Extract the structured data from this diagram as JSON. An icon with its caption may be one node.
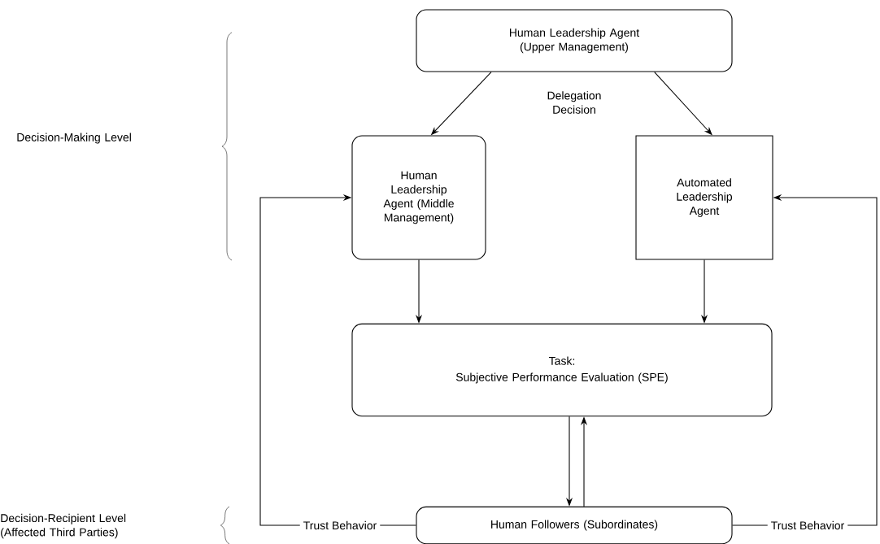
{
  "diagram": {
    "nodes": [
      {
        "text": [
          "Human Leadership Agent (Upper Management)"
        ]
      },
      {
        "text": [
          "Human Leadership Agent (Middle Management)"
        ]
      },
      {
        "text": [
          "Automated Leadership Agent"
        ]
      },
      {
        "text": [
          "Task:",
          "Subjective Performance Evaluation (SPE)"
        ]
      },
      {
        "text": [
          "Human Followers (Subordinates)"
        ]
      }
    ],
    "edges": [
      {
        "from": 0,
        "to": 1,
        "arrow": "to"
      },
      {
        "from": 0,
        "to": 2,
        "arrow": "to"
      },
      {
        "from": 1,
        "to": 3,
        "arrow": "to"
      },
      {
        "from": 2,
        "to": 3,
        "arrow": "to"
      },
      {
        "from": 3,
        "to": 4,
        "arrow": "to"
      },
      {
        "from": 4,
        "to": 3,
        "arrow": "to"
      },
      {
        "from": 4,
        "to": 1,
        "arrow": "to",
        "label": "Trust Behavior"
      },
      {
        "from": 4,
        "to": 2,
        "arrow": "to",
        "label": "Trust Behavior"
      }
    ],
    "labels": [
      "Delegation Decision",
      "Decision-Making Level",
      "Decision-Recipient Level (Affected Third Parties)"
    ]
  }
}
